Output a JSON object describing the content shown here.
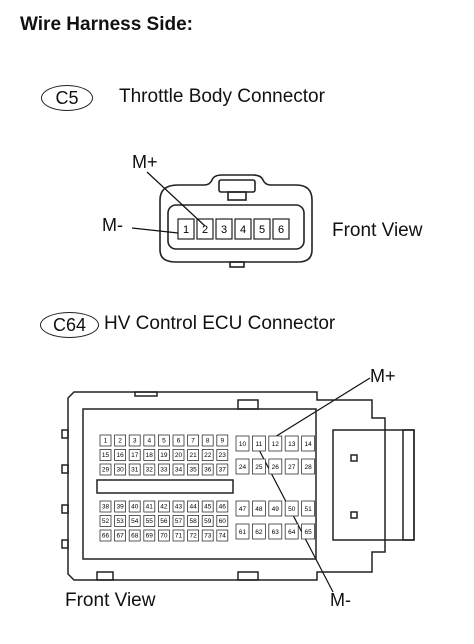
{
  "title": "Wire Harness Side:",
  "c5": {
    "code": "C5",
    "name": "Throttle Body Connector",
    "pins": [
      "1",
      "2",
      "3",
      "4",
      "5",
      "6"
    ],
    "m_plus": "M+",
    "m_minus": "M-",
    "view": "Front View"
  },
  "c64": {
    "code": "C64",
    "name": "HV Control ECU Connector",
    "left_block_top": [
      [
        "1",
        "2",
        "3",
        "4",
        "5",
        "6",
        "7",
        "8",
        "9"
      ],
      [
        "15",
        "16",
        "17",
        "18",
        "19",
        "20",
        "21",
        "22",
        "23"
      ],
      [
        "29",
        "30",
        "31",
        "32",
        "33",
        "34",
        "35",
        "36",
        "37"
      ]
    ],
    "left_block_bottom": [
      [
        "38",
        "39",
        "40",
        "41",
        "42",
        "43",
        "44",
        "45",
        "46"
      ],
      [
        "52",
        "53",
        "54",
        "55",
        "56",
        "57",
        "58",
        "59",
        "60"
      ],
      [
        "66",
        "67",
        "68",
        "69",
        "70",
        "71",
        "72",
        "73",
        "74"
      ]
    ],
    "right_block_top": [
      [
        "10",
        "11",
        "12",
        "13",
        "14"
      ],
      [
        "24",
        "25",
        "26",
        "27",
        "28"
      ]
    ],
    "right_block_bottom": [
      [
        "47",
        "48",
        "49",
        "50",
        "51"
      ],
      [
        "61",
        "62",
        "63",
        "64",
        "65"
      ]
    ],
    "m_plus": "M+",
    "m_minus": "M-",
    "view": "Front View"
  }
}
